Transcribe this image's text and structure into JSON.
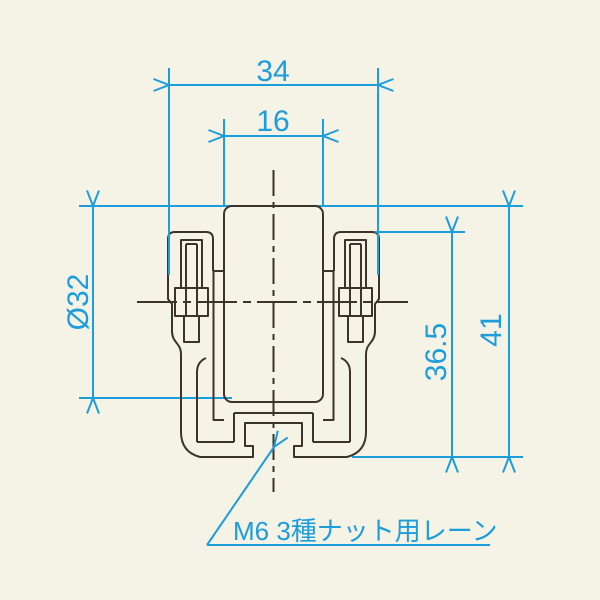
{
  "dimensions": {
    "overall_width": "34",
    "roller_width": "16",
    "roller_diameter": "Ø32",
    "bracket_height": "36.5",
    "overall_height": "41"
  },
  "callout": {
    "label": "M6 3種ナット用レーン"
  },
  "colors": {
    "background": "#F5F2E6",
    "dimension": "#1C9DDC",
    "outline": "#3C332A"
  }
}
